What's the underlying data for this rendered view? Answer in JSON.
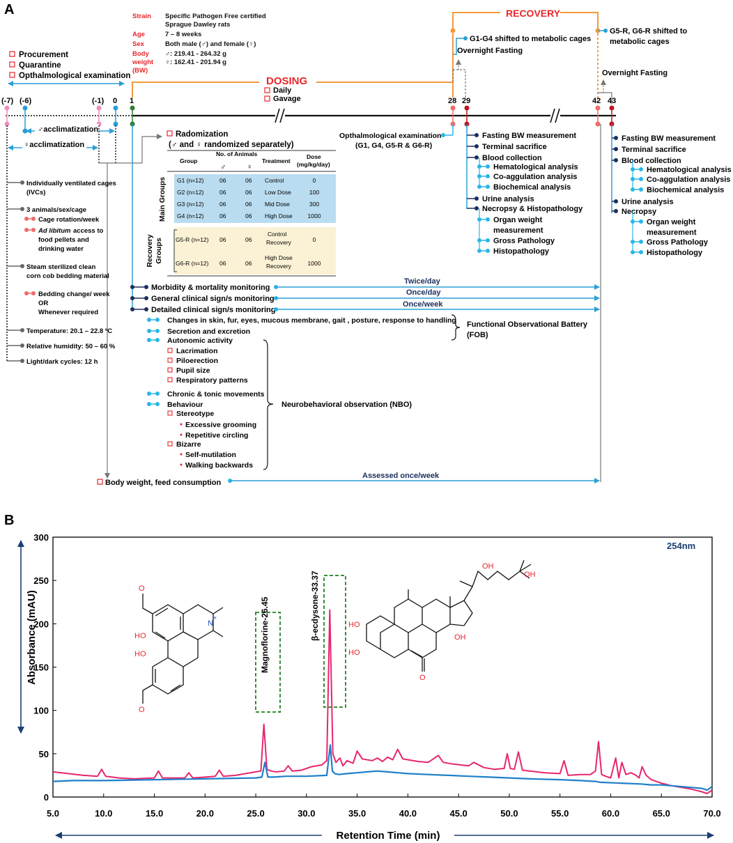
{
  "colors": {
    "red": "#e8262c",
    "orange": "#f39a3b",
    "blue_arrow": "#2a9fd6",
    "navy": "#1a2f5c",
    "cyan": "#29b6e8",
    "pink": "#f08cc0",
    "green": "#2e7d32",
    "gray": "#666666",
    "main_groups_bg": "#b9dcf0",
    "recovery_groups_bg": "#fbf2d5",
    "chrom_pink": "#e8256f",
    "chrom_blue": "#1f7fc8",
    "green_box": "#3a8f3a",
    "axis_blue": "#1b3f73"
  },
  "panelA": {
    "label": "A",
    "strain_info": [
      {
        "key": "Strain",
        "value": "Specific Pathogen Free certified"
      },
      {
        "key": "",
        "value": "Sprague Dawley rats"
      },
      {
        "key": "Age",
        "value": "7 – 8 weeks"
      },
      {
        "key": "Sex",
        "value": "Both male (♂) and female (♀)"
      },
      {
        "key": "Body",
        "value": "♂: 219.41 - 264.32 g"
      },
      {
        "key": "weight",
        "value": "♀: 162.41 - 201.94 g"
      },
      {
        "key": "(BW)",
        "value": ""
      }
    ],
    "pre_steps": [
      "Procurement",
      "Quarantine",
      "Opthalmological examination"
    ],
    "days": {
      "d_7": "(-7)",
      "d_6": "(-6)",
      "d_1": "(-1)",
      "d0": "0",
      "d1": "1",
      "d28": "28",
      "d29": "29",
      "d42": "42",
      "d43": "43"
    },
    "male_accl": "♂acclimatization",
    "female_accl": "♀acclimatization",
    "dosing": {
      "title": "DOSING",
      "items": [
        "Daily",
        "Gavage"
      ]
    },
    "recovery_title": "RECOVERY",
    "g1g4_shift": "G1-G4 shifted to metabolic cages",
    "g5g6_shift_1": "G5-R, G6-R shifted to",
    "g5g6_shift_2": "metabolic cages",
    "overnight_fasting": "Overnight Fasting",
    "ophth_1": "Opthalmological examination",
    "ophth_2": "(G1, G4, G5-R & G6-R)",
    "housing": [
      {
        "text": "Individually ventilated cages",
        "text2": "(IVCs)"
      },
      {
        "text": "3 animals/sex/cage"
      },
      {
        "text": "Cage rotation/week"
      },
      {
        "text": "Ad libitum",
        "text_rest": " access to"
      },
      {
        "text": "food pellets and"
      },
      {
        "text": "drinking water"
      },
      {
        "text": "Steam sterilized clean"
      },
      {
        "text": "corn cob bedding material"
      },
      {
        "text": "Bedding change/ week"
      },
      {
        "text": "OR"
      },
      {
        "text": "Whenever required"
      },
      {
        "text": "Temperature: 20.1 – 22.8 ºC"
      },
      {
        "text": "Relative humidity: 50 – 60 %"
      },
      {
        "text": "Light/dark cycles: 12 h"
      }
    ],
    "randomization_1": "Radomization",
    "randomization_2": "(♂ and ♀ randomized separately)",
    "table": {
      "headers": [
        "Group",
        "No. of Animals",
        "♂",
        "♀",
        "Treatment",
        "Dose",
        "(mg/kg/day)"
      ],
      "main_label": "Main Groups",
      "recovery_label_1": "Recovery",
      "recovery_label_2": "Groups",
      "main_rows": [
        [
          "G1 (n=12)",
          "06",
          "06",
          "Control",
          "0"
        ],
        [
          "G2 (n=12)",
          "06",
          "06",
          "Low Dose",
          "100"
        ],
        [
          "G3 (n=12)",
          "06",
          "06",
          "Mid Dose",
          "300"
        ],
        [
          "G4 (n=12)",
          "06",
          "06",
          "High Dose",
          "1000"
        ]
      ],
      "recovery_rows": [
        [
          "G5-R (n=12)",
          "06",
          "06",
          "Control",
          "Recovery",
          "0"
        ],
        [
          "G6-R (n=12)",
          "06",
          "06",
          "High Dose",
          "Recovery",
          "1000"
        ]
      ]
    },
    "terminal_28": [
      "Fasting BW measurement",
      "Terminal sacrifice",
      "Blood collection",
      "Hematological analysis",
      "Co-aggulation analysis",
      "Biochemical analysis",
      "Urine analysis",
      "Necropsy & Histopathology",
      "Organ weight",
      "measurement",
      "Gross Pathology",
      "Histopathology"
    ],
    "terminal_42": [
      "Fasting BW measurement",
      "Terminal sacrifice",
      "Blood collection",
      "Hematological analysis",
      "Co-aggulation analysis",
      "Biochemical analysis",
      "Urine analysis",
      "Necropsy",
      "Organ weight",
      "measurement",
      "Gross Pathology",
      "Histopathology"
    ],
    "monitoring": [
      {
        "label": "Morbidity & mortality monitoring",
        "freq": "Twice/day"
      },
      {
        "label": "General clinical sign/s monitoring",
        "freq": "Once/day"
      },
      {
        "label": "Detailed clinical sign/s monitoring",
        "freq": "Once/week"
      }
    ],
    "fob_items": [
      "Changes in skin, fur, eyes, mucous membrane, gait , posture, response to handling",
      "Secretion and excretion",
      "Autonomic activity"
    ],
    "fob_label_1": "Functional Observational Battery",
    "fob_label_2": "(FOB)",
    "autonomic_items": [
      "Lacrimation",
      "Piloerection",
      "Pupil size",
      "Respiratory patterns"
    ],
    "chronic": "Chronic & tonic movements",
    "behaviour": "Behaviour",
    "stereotype": "Stereotype",
    "stereo_items": [
      "Excessive grooming",
      "Repetitive circling"
    ],
    "bizarre": "Bizarre",
    "bizarre_items": [
      "Self-mutilation",
      "Walking backwards"
    ],
    "nbo_label": "Neurobehavioral observation (NBO)",
    "bw_feed": "Body weight, feed consumption",
    "bw_freq": "Assessed once/week",
    "break_mark": "//"
  },
  "panelB": {
    "label": "B",
    "wavelength": "254nm",
    "peak1_label": "Magnoflorine-26.45",
    "peak2_label": "β-ecdysone-33.37",
    "mol1_atoms": {
      "o_top": "O",
      "ho1": "HO",
      "ho2": "HO",
      "o_bottom": "O",
      "n": "N",
      "plus": "+"
    },
    "mol2_atoms": {
      "oh1": "OH",
      "oh2": "OH",
      "oh3": "OH",
      "ho1": "HO",
      "ho2": "HO",
      "o": "O"
    }
  },
  "chart_data": {
    "type": "line",
    "title": "254nm",
    "xlabel": "Retention Time (min)",
    "ylabel": "Absorbance (mAU)",
    "xlim": [
      5.0,
      70.0
    ],
    "ylim": [
      0,
      300
    ],
    "x_ticks": [
      "5.0",
      "10.0",
      "15.0",
      "20.0",
      "25.0",
      "30.0",
      "35.0",
      "40.0",
      "45.0",
      "50.0",
      "55.0",
      "60.0",
      "65.0",
      "70.0"
    ],
    "y_ticks": [
      "0",
      "50",
      "100",
      "150",
      "200",
      "250",
      "300"
    ],
    "grid": false,
    "series": [
      {
        "color": "#e8256f",
        "x": [
          5.0,
          6.5,
          8.0,
          9.4,
          9.8,
          10.2,
          11.5,
          13.0,
          15.0,
          15.4,
          15.8,
          17.0,
          18.0,
          18.4,
          18.8,
          20.0,
          21.0,
          21.4,
          21.8,
          23.0,
          24.0,
          25.0,
          25.5,
          25.8,
          26.1,
          26.5,
          27.0,
          27.8,
          28.2,
          28.6,
          29.5,
          30.0,
          30.5,
          31.5,
          32.0,
          32.3,
          32.6,
          32.9,
          33.3,
          33.6,
          34.0,
          34.6,
          35.0,
          35.5,
          36.5,
          37.0,
          37.5,
          38.0,
          38.5,
          39.0,
          39.5,
          40.0,
          41.0,
          42.0,
          42.5,
          43.0,
          43.5,
          44.5,
          46.0,
          46.5,
          47.5,
          48.5,
          49.5,
          49.8,
          50.1,
          50.5,
          50.9,
          51.3,
          52.0,
          53.5,
          55.0,
          55.4,
          55.8,
          57.0,
          58.0,
          58.5,
          58.8,
          59.1,
          59.5,
          60.0,
          60.5,
          60.8,
          61.1,
          61.5,
          62.0,
          62.5,
          62.8,
          63.1,
          63.5,
          64.0,
          65.0,
          66.0,
          67.0,
          68.0,
          69.0,
          69.5,
          70.0
        ],
        "y": [
          29,
          27,
          25,
          24,
          32,
          24,
          22,
          21,
          22,
          30,
          22,
          22,
          22,
          28,
          22,
          23,
          24,
          31,
          24,
          25,
          27,
          29,
          30,
          84,
          32,
          30,
          29,
          30,
          36,
          30,
          31,
          33,
          35,
          37,
          42,
          216,
          50,
          40,
          45,
          36,
          42,
          39,
          53,
          44,
          42,
          45,
          41,
          46,
          43,
          55,
          44,
          43,
          41,
          40,
          44,
          48,
          40,
          38,
          36,
          40,
          34,
          32,
          33,
          50,
          33,
          32,
          52,
          31,
          30,
          28,
          27,
          42,
          25,
          26,
          26,
          30,
          64,
          26,
          24,
          22,
          45,
          22,
          40,
          26,
          28,
          25,
          22,
          35,
          25,
          20,
          16,
          13,
          11,
          9,
          6,
          4,
          8
        ]
      },
      {
        "color": "#1f7fc8",
        "x": [
          5.0,
          7.0,
          10.0,
          15.0,
          20.0,
          25.0,
          25.6,
          25.9,
          26.2,
          26.8,
          28.0,
          30.0,
          32.0,
          32.35,
          32.55,
          32.8,
          33.2,
          34.0,
          35.0,
          36.0,
          37.0,
          38.0,
          39.0,
          40.0,
          42.0,
          44.0,
          46.0,
          48.0,
          50.0,
          52.0,
          55.0,
          57.0,
          58.5,
          59.0,
          61.0,
          63.0,
          64.0,
          65.0,
          66.0,
          67.0,
          68.0,
          69.0,
          69.5,
          70.0
        ],
        "y": [
          18,
          19,
          19,
          20,
          21,
          22,
          23,
          40,
          23,
          23,
          24,
          24,
          25,
          60,
          30,
          27,
          26,
          27,
          28,
          29,
          30,
          29,
          28,
          27,
          26,
          25,
          24,
          23,
          22,
          21,
          20,
          19,
          18,
          17,
          16,
          15,
          14,
          14,
          13,
          12,
          11,
          10,
          8,
          12
        ]
      }
    ],
    "annotations": [
      "Magnoflorine-26.45",
      "β-ecdysone-33.37"
    ]
  }
}
